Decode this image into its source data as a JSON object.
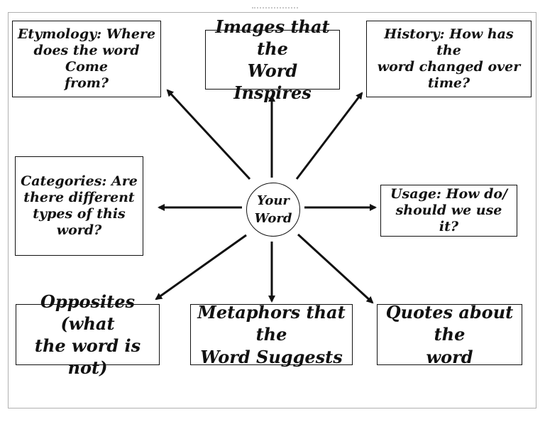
{
  "center": {
    "label": "Your\nWord"
  },
  "nodes": {
    "etymology": "Etymology: Where\ndoes the word Come\nfrom?",
    "images": "Images that the\nWord Inspires",
    "history": "History: How has the\nword changed over\ntime?",
    "categories": "Categories: Are\nthere different\ntypes of this\nword?",
    "usage": "Usage: How do/\nshould we use it?",
    "opposites": "Opposites (what\nthe word is not)",
    "metaphors": "Metaphors that the\nWord Suggests",
    "quotes": "Quotes about the\nword"
  },
  "colors": {
    "stroke": "#111111",
    "background": "#ffffff",
    "frame": "#b0b0b0"
  }
}
